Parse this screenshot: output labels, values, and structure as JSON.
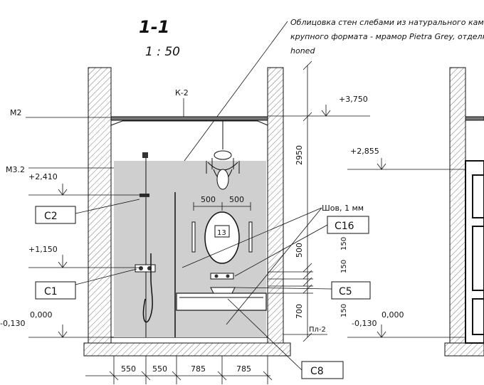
{
  "title": {
    "section": "1-1",
    "scale": "1 : 50"
  },
  "note": {
    "line1": "Облицовка стен слебами из натурального камня",
    "line2": "крупного формата - мрамор Pietra Grey, отделка",
    "line3": "honed"
  },
  "levels": {
    "l3750": "+3,750",
    "l2855": "+2,855",
    "l2410": "+2,410",
    "l1150": "+1,150",
    "l0000a": "0,000",
    "l0130a": "-0,130",
    "l0000b": "0,000",
    "l0130b": "-0,130"
  },
  "labels": {
    "m2": "М2",
    "m32": "М3.2",
    "k2": "К-2",
    "seam": "Шов, 1 мм",
    "pl2": "Пл-2",
    "mirror_num": "13"
  },
  "tags": {
    "c2": "С2",
    "c1": "С1",
    "c16": "С16",
    "c5": "С5",
    "c8": "С8"
  },
  "dims": {
    "top_left": "500",
    "top_right": "500",
    "h2950": "2950",
    "h500": "500",
    "h700": "700",
    "h150a": "150",
    "h150b": "150",
    "h150c": "150",
    "b1": "550",
    "b2": "550",
    "b3": "785",
    "b4": "785"
  },
  "colors": {
    "line": "#111111",
    "marble": "#cfcfcf",
    "hatch": "#555555"
  }
}
